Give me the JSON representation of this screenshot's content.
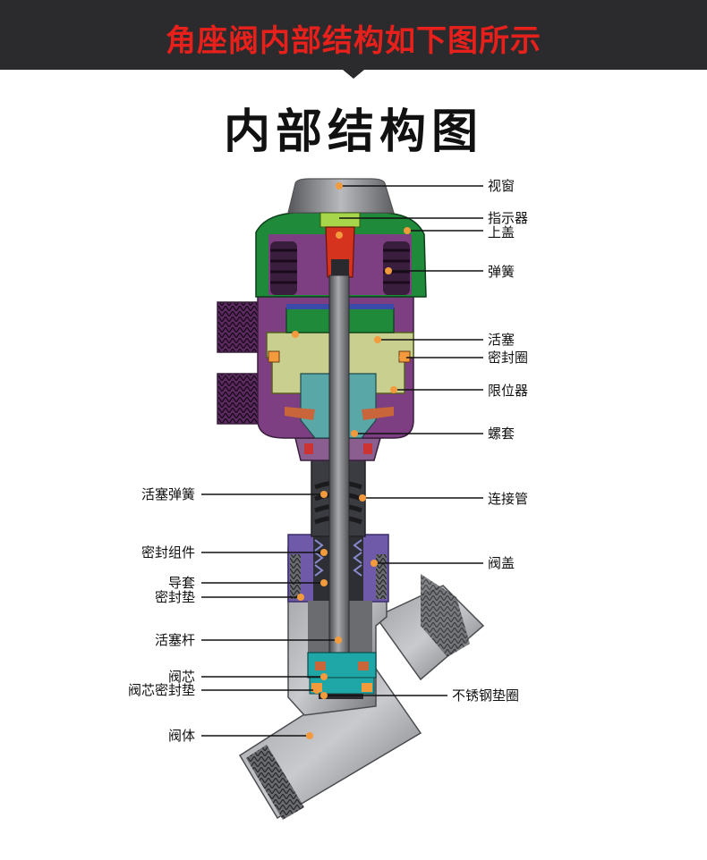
{
  "banner": {
    "title": "角座阀内部结构如下图所示"
  },
  "diagram": {
    "title": "内部结构图",
    "labels_right": [
      {
        "id": "sight-window",
        "text": "视窗"
      },
      {
        "id": "indicator",
        "text": "指示器"
      },
      {
        "id": "top-cover",
        "text": "上盖"
      },
      {
        "id": "spring",
        "text": "弹簧"
      },
      {
        "id": "piston",
        "text": "活塞"
      },
      {
        "id": "seal-ring",
        "text": "密封圈"
      },
      {
        "id": "limiter",
        "text": "限位器"
      },
      {
        "id": "screw-sleeve",
        "text": "螺套"
      },
      {
        "id": "connecting-pipe",
        "text": "连接管"
      },
      {
        "id": "valve-bonnet",
        "text": "阀盖"
      },
      {
        "id": "stainless-washer",
        "text": "不锈钢垫圈"
      }
    ],
    "labels_left": [
      {
        "id": "piston-spring",
        "text": "活塞弹簧"
      },
      {
        "id": "seal-assembly",
        "text": "密封组件"
      },
      {
        "id": "guide-sleeve",
        "text": "导套"
      },
      {
        "id": "seal-gasket",
        "text": "密封垫"
      },
      {
        "id": "piston-rod",
        "text": "活塞杆"
      },
      {
        "id": "valve-core",
        "text": "阀芯"
      },
      {
        "id": "valve-core-gasket",
        "text": "阀芯密封垫"
      },
      {
        "id": "valve-body",
        "text": "阀体"
      }
    ],
    "colors": {
      "banner_bg": "#2b2b2d",
      "banner_text": "#e8201c",
      "actuator_body": "#7d3f82",
      "top_cover": "#1f8a3a",
      "piston": "#c9d08f",
      "indicator": "#d6331f",
      "valve_body": "#8a8c90",
      "bonnet": "#6e5aa8",
      "core": "#1fa7a8",
      "marker": "#f39a3c"
    }
  }
}
